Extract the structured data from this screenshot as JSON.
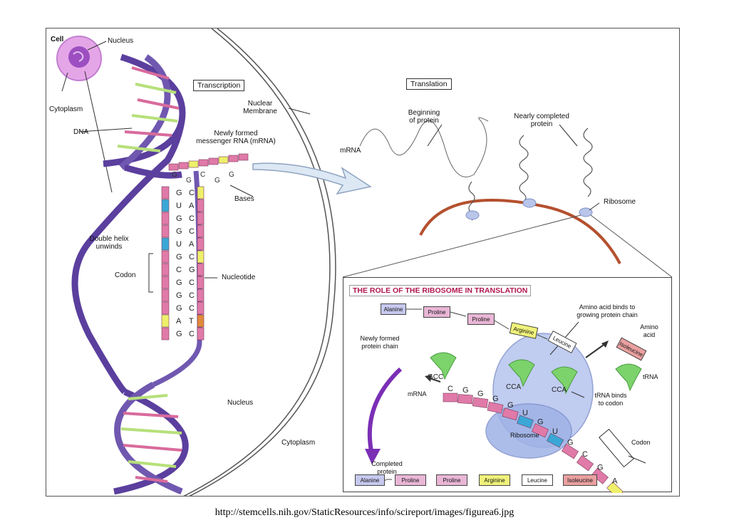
{
  "diagram": {
    "labels": {
      "cell": "Cell",
      "nucleus_top": "Nucleus",
      "cytoplasm_left": "Cytoplasm",
      "dna": "DNA",
      "transcription": "Transcription",
      "nuclear_membrane_1": "Nuclear",
      "nuclear_membrane_2": "Membrane",
      "mrna_new_1": "Newly formed",
      "mrna_new_2": "messenger RNA (mRNA)",
      "bases": "Bases",
      "double_helix_1": "Double helix",
      "double_helix_2": "unwinds",
      "codon": "Codon",
      "nucleotide": "Nucleotide",
      "nucleus_center": "Nucleus",
      "cytoplasm_bottom": "Cytoplasm",
      "translation": "Translation",
      "beginning_1": "Beginning",
      "beginning_2": "of protein",
      "nearly_1": "Nearly completed",
      "nearly_2": "protein",
      "mrna_right": "mRNA",
      "ribosome": "Ribosome"
    },
    "strand_left": [
      "G",
      "U",
      "G",
      "G",
      "U",
      "G",
      "C",
      "G",
      "G",
      "G",
      "A",
      "G"
    ],
    "strand_right": [
      "C",
      "A",
      "C",
      "C",
      "A",
      "C",
      "G",
      "C",
      "C",
      "C",
      "T",
      "C"
    ],
    "colors": {
      "helix": "#5b3f9e",
      "rung_pink": "#d86b9c",
      "rung_green": "#b6e07a",
      "mrna_pink": "#e07aa8",
      "mrna_cyan": "#3aa7d6",
      "mrna_yellow": "#eef06a",
      "strand_red": "#b4502e",
      "ribosome_blue": "#a8b8e6",
      "trna_green": "#7cd36b",
      "arrow_purple": "#7b2fb5",
      "title_red": "#b0164f"
    },
    "inset": {
      "title": "THE ROLE OF THE RIBOSOME IN TRANSLATION",
      "amino_binds_1": "Amino acid binds to",
      "amino_binds_2": "growing protein chain",
      "amino_acid_1": "Amino",
      "amino_acid_2": "acid",
      "newly_formed_1": "Newly formed",
      "newly_formed_2": "protein chain",
      "trna": "tRNA",
      "mrna": "mRNA",
      "trna_binds_1": "tRNA binds",
      "trna_binds_2": "to codon",
      "ribosome": "Ribosome",
      "codon": "Codon",
      "completed_1": "Completed",
      "completed_2": "protein",
      "chain_top": [
        "Alanine",
        "Proline",
        "Proline",
        "Arginine",
        "Leucine"
      ],
      "isoleucine": "Isoleucine",
      "chain_bottom": [
        "Alanine",
        "Proline",
        "Proline",
        "Arginine",
        "Leucine",
        "Isoleucine"
      ],
      "mrna_letters": "CGGGGUGUGCGAG",
      "trna_anticodons": [
        "GCC",
        "CCA",
        "CCA"
      ]
    }
  },
  "source_url": "http://stemcells.nih.gov/StaticResources/info/scireport/images/figurea6.jpg"
}
